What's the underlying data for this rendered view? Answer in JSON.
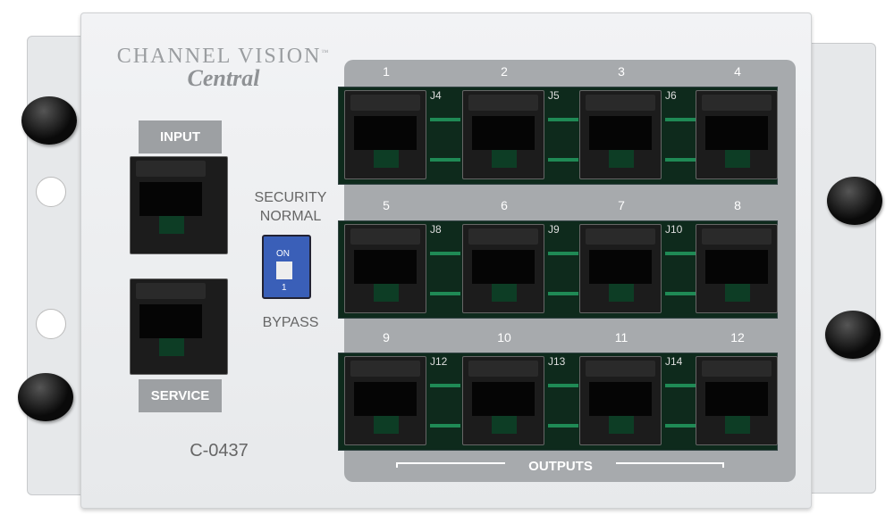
{
  "brand": {
    "name": "CHANNEL VISION",
    "trademark": "™",
    "sub": "Central"
  },
  "labels": {
    "input": "INPUT",
    "service": "SERVICE",
    "security": "SECURITY",
    "normal": "NORMAL",
    "bypass": "BYPASS",
    "switch_on": "ON",
    "switch_num": "1",
    "model": "C-0437",
    "outputs": "OUTPUTS"
  },
  "outputs": {
    "rows": [
      {
        "numbers": [
          "1",
          "2",
          "3",
          "4"
        ],
        "jlabels": [
          "J4",
          "J5",
          "J6"
        ]
      },
      {
        "numbers": [
          "5",
          "6",
          "7",
          "8"
        ],
        "jlabels": [
          "J8",
          "J9",
          "J10"
        ]
      },
      {
        "numbers": [
          "9",
          "10",
          "11",
          "12"
        ],
        "jlabels": [
          "J12",
          "J13",
          "J14"
        ]
      }
    ]
  },
  "colors": {
    "plate": "#eceef0",
    "label_panel": "#a7aaad",
    "pcb": "#0e2a1c",
    "switch": "#3a5fb8"
  }
}
